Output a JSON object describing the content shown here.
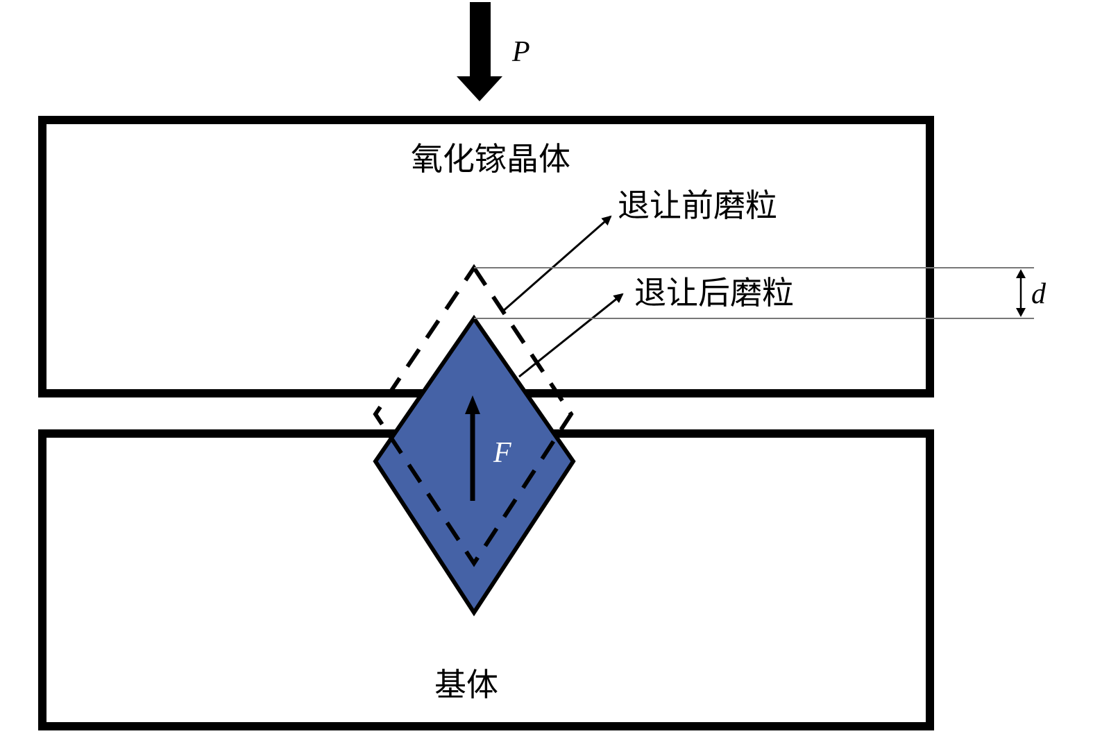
{
  "labels": {
    "load": "P",
    "crystal": "氧化镓晶体",
    "grain_before": "退让前磨粒",
    "grain_after": "退让后磨粒",
    "depth": "d",
    "force": "F",
    "substrate": "基体"
  },
  "colors": {
    "grain_fill": "#4562a6",
    "stroke": "#000000",
    "force_text": "#ffffff",
    "guide_line": "#777777"
  },
  "icons": {
    "load_arrow": "arrow-down-icon",
    "force_arrow": "arrow-up-icon",
    "depth_marker": "double-arrow-vertical-icon"
  }
}
